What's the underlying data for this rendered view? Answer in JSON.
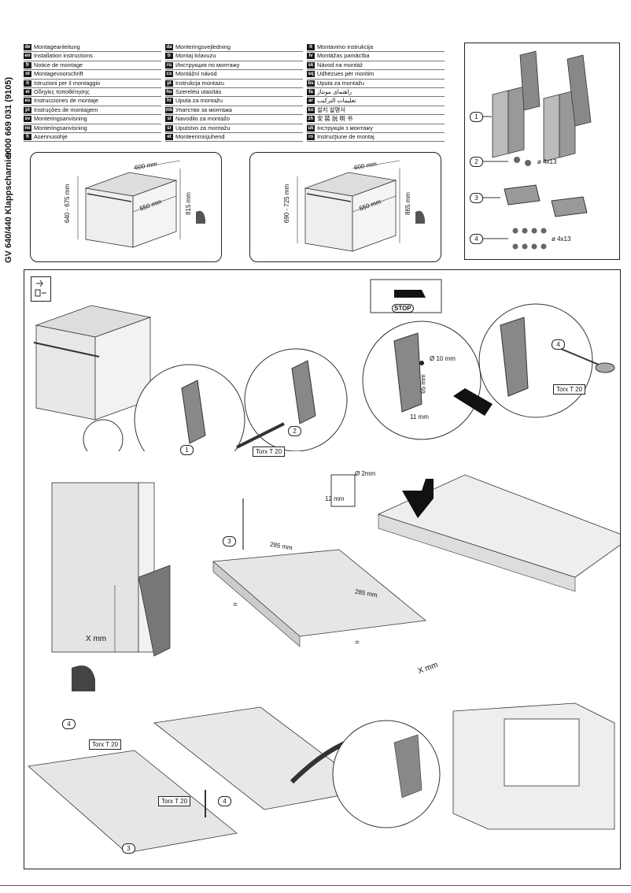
{
  "document": {
    "part_number": "9000 669 031 (9105)",
    "product_title": "GV 640/440 Klappscharnier"
  },
  "languages": [
    [
      {
        "code": "de",
        "text": "Montageanleitung"
      },
      {
        "code": "en",
        "text": "Installation instructions"
      },
      {
        "code": "fr",
        "text": "Notice de montage"
      },
      {
        "code": "nl",
        "text": "Montagevoorschrift"
      },
      {
        "code": "it",
        "text": "Istruzioni per il montaggio"
      },
      {
        "code": "el",
        "text": "Οδηγίες τοποθέτησης"
      },
      {
        "code": "es",
        "text": "Instrucciones de montaje"
      },
      {
        "code": "pt",
        "text": "Instruções de montagem"
      },
      {
        "code": "sv",
        "text": "Monteringsanvisning"
      },
      {
        "code": "no",
        "text": "Monteringsanvisning"
      },
      {
        "code": "fi",
        "text": "Asennusohje"
      }
    ],
    [
      {
        "code": "da",
        "text": "Monteringsvejledning"
      },
      {
        "code": "tr",
        "text": "Montaj kılavuzu"
      },
      {
        "code": "ru",
        "text": "Инструкция по монтажу"
      },
      {
        "code": "cs",
        "text": "Montážní návod"
      },
      {
        "code": "pl",
        "text": "Instrukcja montażu"
      },
      {
        "code": "hu",
        "text": "Szerelési utasítás"
      },
      {
        "code": "hr",
        "text": "Uputa za montažu"
      },
      {
        "code": "mk",
        "text": "Упатство за монтажа"
      },
      {
        "code": "sl",
        "text": "Navodilo za montažo"
      },
      {
        "code": "sr",
        "text": "Uputstvo za montažu"
      },
      {
        "code": "et",
        "text": "Monteerimisjuhend"
      }
    ],
    [
      {
        "code": "lt",
        "text": "Montavimo instrukcija"
      },
      {
        "code": "lv",
        "text": "Montāžas pamācība"
      },
      {
        "code": "sk",
        "text": "Návod na montáž"
      },
      {
        "code": "sq",
        "text": "Udhëzues për montim"
      },
      {
        "code": "bs",
        "text": "Uputa za montažu"
      },
      {
        "code": "fa",
        "text": "راهنمای مونتاژ"
      },
      {
        "code": "ar",
        "text": "تعليمات التركيب"
      },
      {
        "code": "ko",
        "text": "설치 설명서"
      },
      {
        "code": "zh",
        "text": "安 裝 說 明 书"
      },
      {
        "code": "uk",
        "text": "Інструкція з монтажу"
      },
      {
        "code": "ro",
        "text": "Instrucţiune de montaj"
      }
    ]
  ],
  "dimensions": {
    "left": {
      "width": "600 mm",
      "depth": "550 mm",
      "height_range": "640 - 675 mm",
      "height": "815 mm"
    },
    "right": {
      "width": "600 mm",
      "depth": "550 mm",
      "height_range": "690 - 725 mm",
      "height": "865 mm"
    }
  },
  "parts": {
    "p1": "1",
    "p2": "2",
    "p2_spec": "ø 4x13",
    "p3": "3",
    "p4": "4",
    "p4_spec": "ø 4x13"
  },
  "step1": {
    "torx_a": "Torx T 20",
    "callout_1": "1",
    "callout_2": "2",
    "stop": "STOP",
    "drill_diameter": "Ø 10 mm",
    "dim_65": "65 mm",
    "dim_11": "11 mm",
    "callout_4": "4",
    "torx_b": "Torx T 20"
  },
  "step2": {
    "x_mm_left": "X mm",
    "callout_3": "3",
    "dist_a": "285 mm",
    "dist_b": "285 mm",
    "eq_a": "=",
    "eq_b": "=",
    "x_mm_right": "X mm",
    "pilot_d": "Ø 2mm",
    "pilot_depth": "12 mm"
  },
  "step3": {
    "callout_4a": "4",
    "torx_a": "Torx T 20",
    "torx_b": "Torx T 20",
    "callout_4b": "4",
    "callout_3": "3"
  }
}
